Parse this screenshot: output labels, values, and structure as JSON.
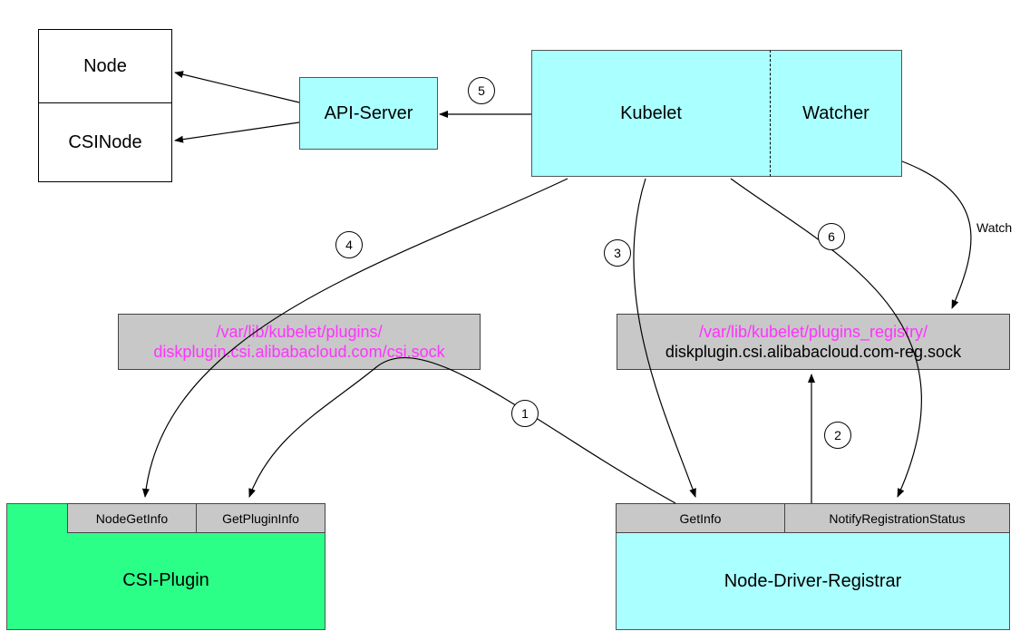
{
  "nodes": {
    "node": "Node",
    "csinode": "CSINode",
    "api_server": "API-Server",
    "kubelet": "Kubelet",
    "watcher": "Watcher",
    "csi_sock_line1": "/var/lib/kubelet/plugins/",
    "csi_sock_line2": "diskplugin.csi.alibabacloud.com/csi.sock",
    "reg_sock_line1": "/var/lib/kubelet/plugins_registry/",
    "reg_sock_line2": "diskplugin.csi.alibabacloud.com-reg.sock",
    "csi_plugin": "CSI-Plugin",
    "node_get_info": "NodeGetInfo",
    "get_plugin_info": "GetPluginInfo",
    "registrar": "Node-Driver-Registrar",
    "get_info": "GetInfo",
    "notify_status": "NotifyRegistrationStatus"
  },
  "edge_labels": {
    "watch": "Watch",
    "step1": "1",
    "step2": "2",
    "step3": "3",
    "step4": "4",
    "step5": "5",
    "step6": "6"
  },
  "colors": {
    "cyan": "#aaffff",
    "gray": "#c8c8c8",
    "green": "#2bff88",
    "magenta": "#ff33ff"
  }
}
